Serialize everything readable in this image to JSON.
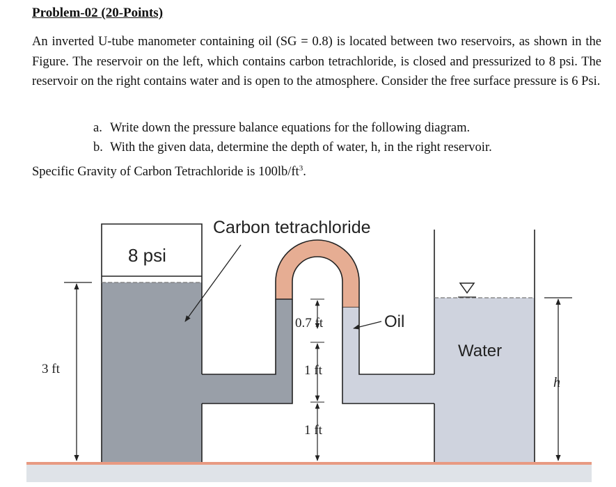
{
  "problem": {
    "title": "Problem-02 (20-Points)",
    "paragraph": "An inverted U-tube manometer containing oil (SG = 0.8) is located between two reservoirs, as shown in the Figure. The reservoir on the left, which contains carbon tetrachloride, is closed and pressurized to 8 psi. The reservoir on the right contains water and is open to the atmosphere. Consider the free surface pressure is 6 Psi.",
    "items": [
      {
        "marker": "a.",
        "text": "Write down the pressure balance equations for the following diagram."
      },
      {
        "marker": "b.",
        "text": "With the given data, determine the depth of water, h, in the right reservoir."
      }
    ],
    "note_main": "Specific Gravity of Carbon Tetrachloride is 100lb/ft",
    "note_sup": "3",
    "note_end": "."
  },
  "figure": {
    "label_ccl4": "Carbon tetrachloride",
    "label_pressure": "8 psi",
    "label_3ft": "3 ft",
    "label_07ft": "0.7 ft",
    "label_1ft_a": "1 ft",
    "label_1ft_b": "1 ft",
    "label_oil": "Oil",
    "label_water": "Water",
    "label_h": "h",
    "colors": {
      "ccl4_fluid": "#999fa8",
      "water_fluid": "#cfd3de",
      "oil": "#e6ad93",
      "ground": "#e89a82",
      "ground_base": "#dfe3e8"
    }
  }
}
